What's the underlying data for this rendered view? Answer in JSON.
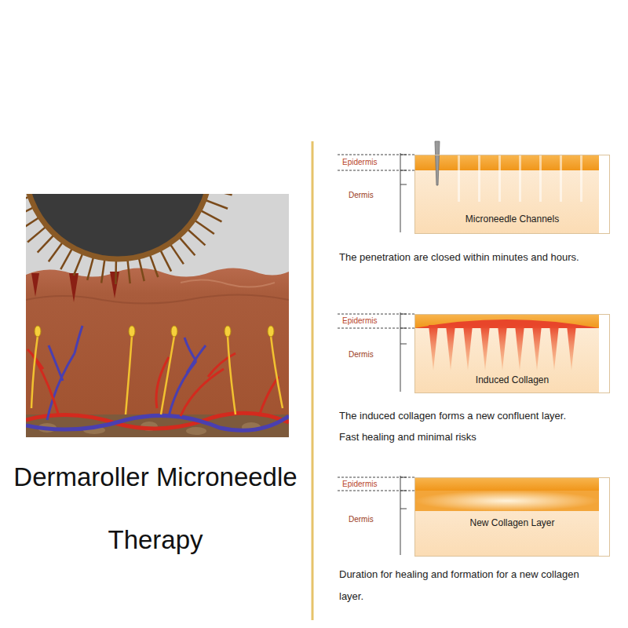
{
  "diagram": {
    "title": "Dermaroller Microneedle Therapy",
    "nodes": [
      {
        "text": [
          "Microneedle Channels"
        ]
      },
      {
        "text": [
          "Induced Collagen"
        ]
      },
      {
        "text": [
          "New Collagen Layer"
        ]
      }
    ],
    "labels": [
      "Epidermis",
      "Dermis",
      "The penetration are closed within minutes and hours.",
      "Epidermis",
      "Dermis",
      "The induced collagen forms a new confluent layer.",
      "Fast healing and minimal risks",
      "Epidermis",
      "Dermis",
      "Duration for healing and formation for a new collagen layer."
    ]
  }
}
